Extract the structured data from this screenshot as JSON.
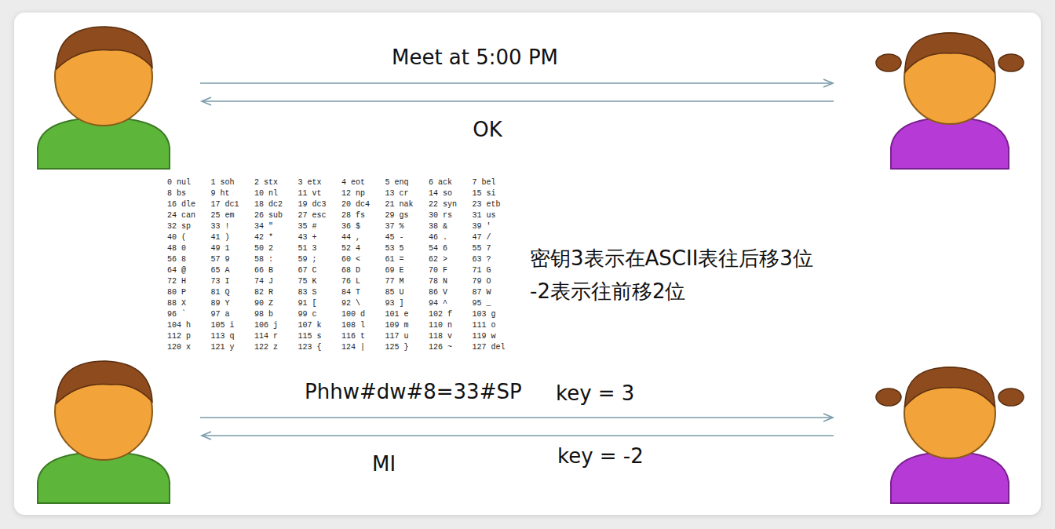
{
  "diagram": {
    "labels": [
      "Meet at 5:00 PM",
      "OK",
      "0 nul",
      "1 soh",
      "2 stx",
      "3 etx",
      "4 eot",
      "5 enq",
      "6 ack",
      "7 bel",
      "8 bs",
      "9 ht",
      "10 nl",
      "11 vt",
      "12 np",
      "13 cr",
      "14 so",
      "15 si",
      "16 dle",
      "17 dc1",
      "18 dc2",
      "19 dc3",
      "20 dc4",
      "21 nak",
      "22 syn",
      "23 etb",
      "24 can",
      "25 em",
      "26 sub",
      "27 esc",
      "28 fs",
      "29 gs",
      "30 rs",
      "31 us",
      "32 sp",
      "33 !",
      "34 \"",
      "35 #",
      "36 $",
      "37 %",
      "38 &",
      "39 '",
      "40 (",
      "41 )",
      "42 *",
      "43 +",
      "44 ,",
      "45 -",
      "46 .",
      "47 /",
      "48 0",
      "49 1",
      "50 2",
      "51 3",
      "52 4",
      "53 5",
      "54 6",
      "55 7",
      "56 8",
      "57 9",
      "58 :",
      "59 ;",
      "60 <",
      "61 =",
      "62 >",
      "63 ?",
      "64 @",
      "65 A",
      "66 B",
      "67 C",
      "68 D",
      "69 E",
      "70 F",
      "71 G",
      "72 H",
      "73 I",
      "74 J",
      "75 K",
      "76 L",
      "77 M",
      "78 N",
      "79 O",
      "80 P",
      "81 Q",
      "82 R",
      "83 S",
      "84 T",
      "85 U",
      "86 V",
      "87 W",
      "88 X",
      "89 Y",
      "90 Z",
      "91 [",
      "92 \\",
      "93 ]",
      "94 ^",
      "95 _",
      "96 `",
      "97 a",
      "98 b",
      "99 c",
      "100 d",
      "101 e",
      "102 f",
      "103 g",
      "104 h",
      "105 i",
      "106 j",
      "107 k",
      "108 l",
      "109 m",
      "110 n",
      "111 o",
      "112 p",
      "113 q",
      "114 r",
      "115 s",
      "116 t",
      "117 u",
      "118 v",
      "119 w",
      "120 x",
      "121 y",
      "122 z",
      "123 {",
      "124 |",
      "125 }",
      "126 ~",
      "127 del",
      "密钥3表示在ASCII表往后移3位",
      "-2表示往前移2位",
      "Phhw#dw#8=33#SP",
      "key = 3",
      "MI",
      "key = -2"
    ]
  }
}
